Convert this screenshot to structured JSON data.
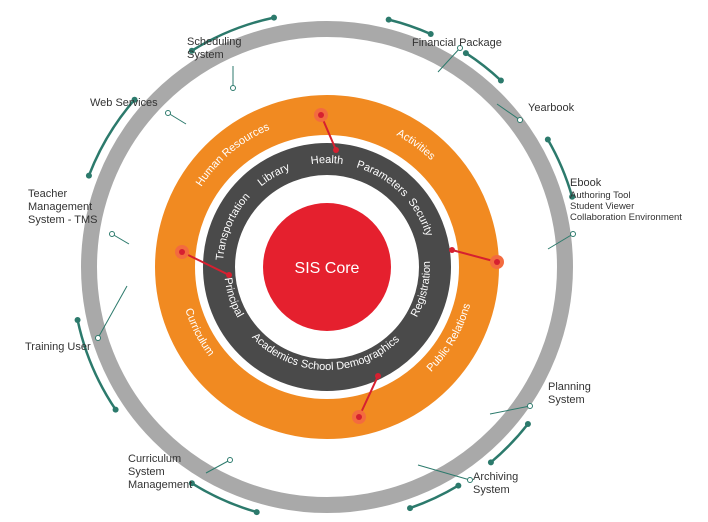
{
  "colors": {
    "outer_ring": "#a9a9a9",
    "orange_ring": "#f18a21",
    "dark_ring": "#4a4a4a",
    "core": "#e5202e",
    "connector_outer": "#2c7a6c",
    "connector_inner": "#d62030",
    "text_dark": "#333333",
    "text_light": "#ffffff"
  },
  "core": {
    "label": "SIS Core"
  },
  "inner_ring": {
    "items": [
      {
        "label": "Health",
        "angle": 0
      },
      {
        "label": "Parameters",
        "angle": 32
      },
      {
        "label": "Security",
        "angle": 62
      },
      {
        "label": "Registration",
        "angle": 103
      },
      {
        "label": "School Demographics",
        "angle": 165
      },
      {
        "label": "Academics",
        "angle": 212
      },
      {
        "label": "Principal",
        "angle": 252
      },
      {
        "label": "Transportation",
        "angle": 293
      },
      {
        "label": "Library",
        "angle": 330
      }
    ]
  },
  "orange_ring": {
    "items": [
      {
        "label": "Activities",
        "angle": 36
      },
      {
        "label": "Public Relations",
        "angle": 120
      },
      {
        "label": "Curriculum",
        "angle": 243
      },
      {
        "label": "Human Resources",
        "angle": 320
      }
    ]
  },
  "outer_labels": {
    "scheduling_system": [
      "Scheduling",
      "System"
    ],
    "financial_package": [
      "Financial Package"
    ],
    "web_services": [
      "Web Services"
    ],
    "yearbook": [
      "Yearbook"
    ],
    "ebook": {
      "title": "Ebook",
      "items": [
        "Authoring Tool",
        "Student Viewer",
        "Collaboration Environment"
      ]
    },
    "teacher_management": [
      "Teacher",
      "Management",
      "System - TMS"
    ],
    "training_user": [
      "Training User"
    ],
    "planning_system": [
      "Planning",
      "System"
    ],
    "curriculum_system_management": [
      "Curriculum",
      "System",
      "Management"
    ],
    "archiving_system": [
      "Archiving",
      "System"
    ]
  }
}
